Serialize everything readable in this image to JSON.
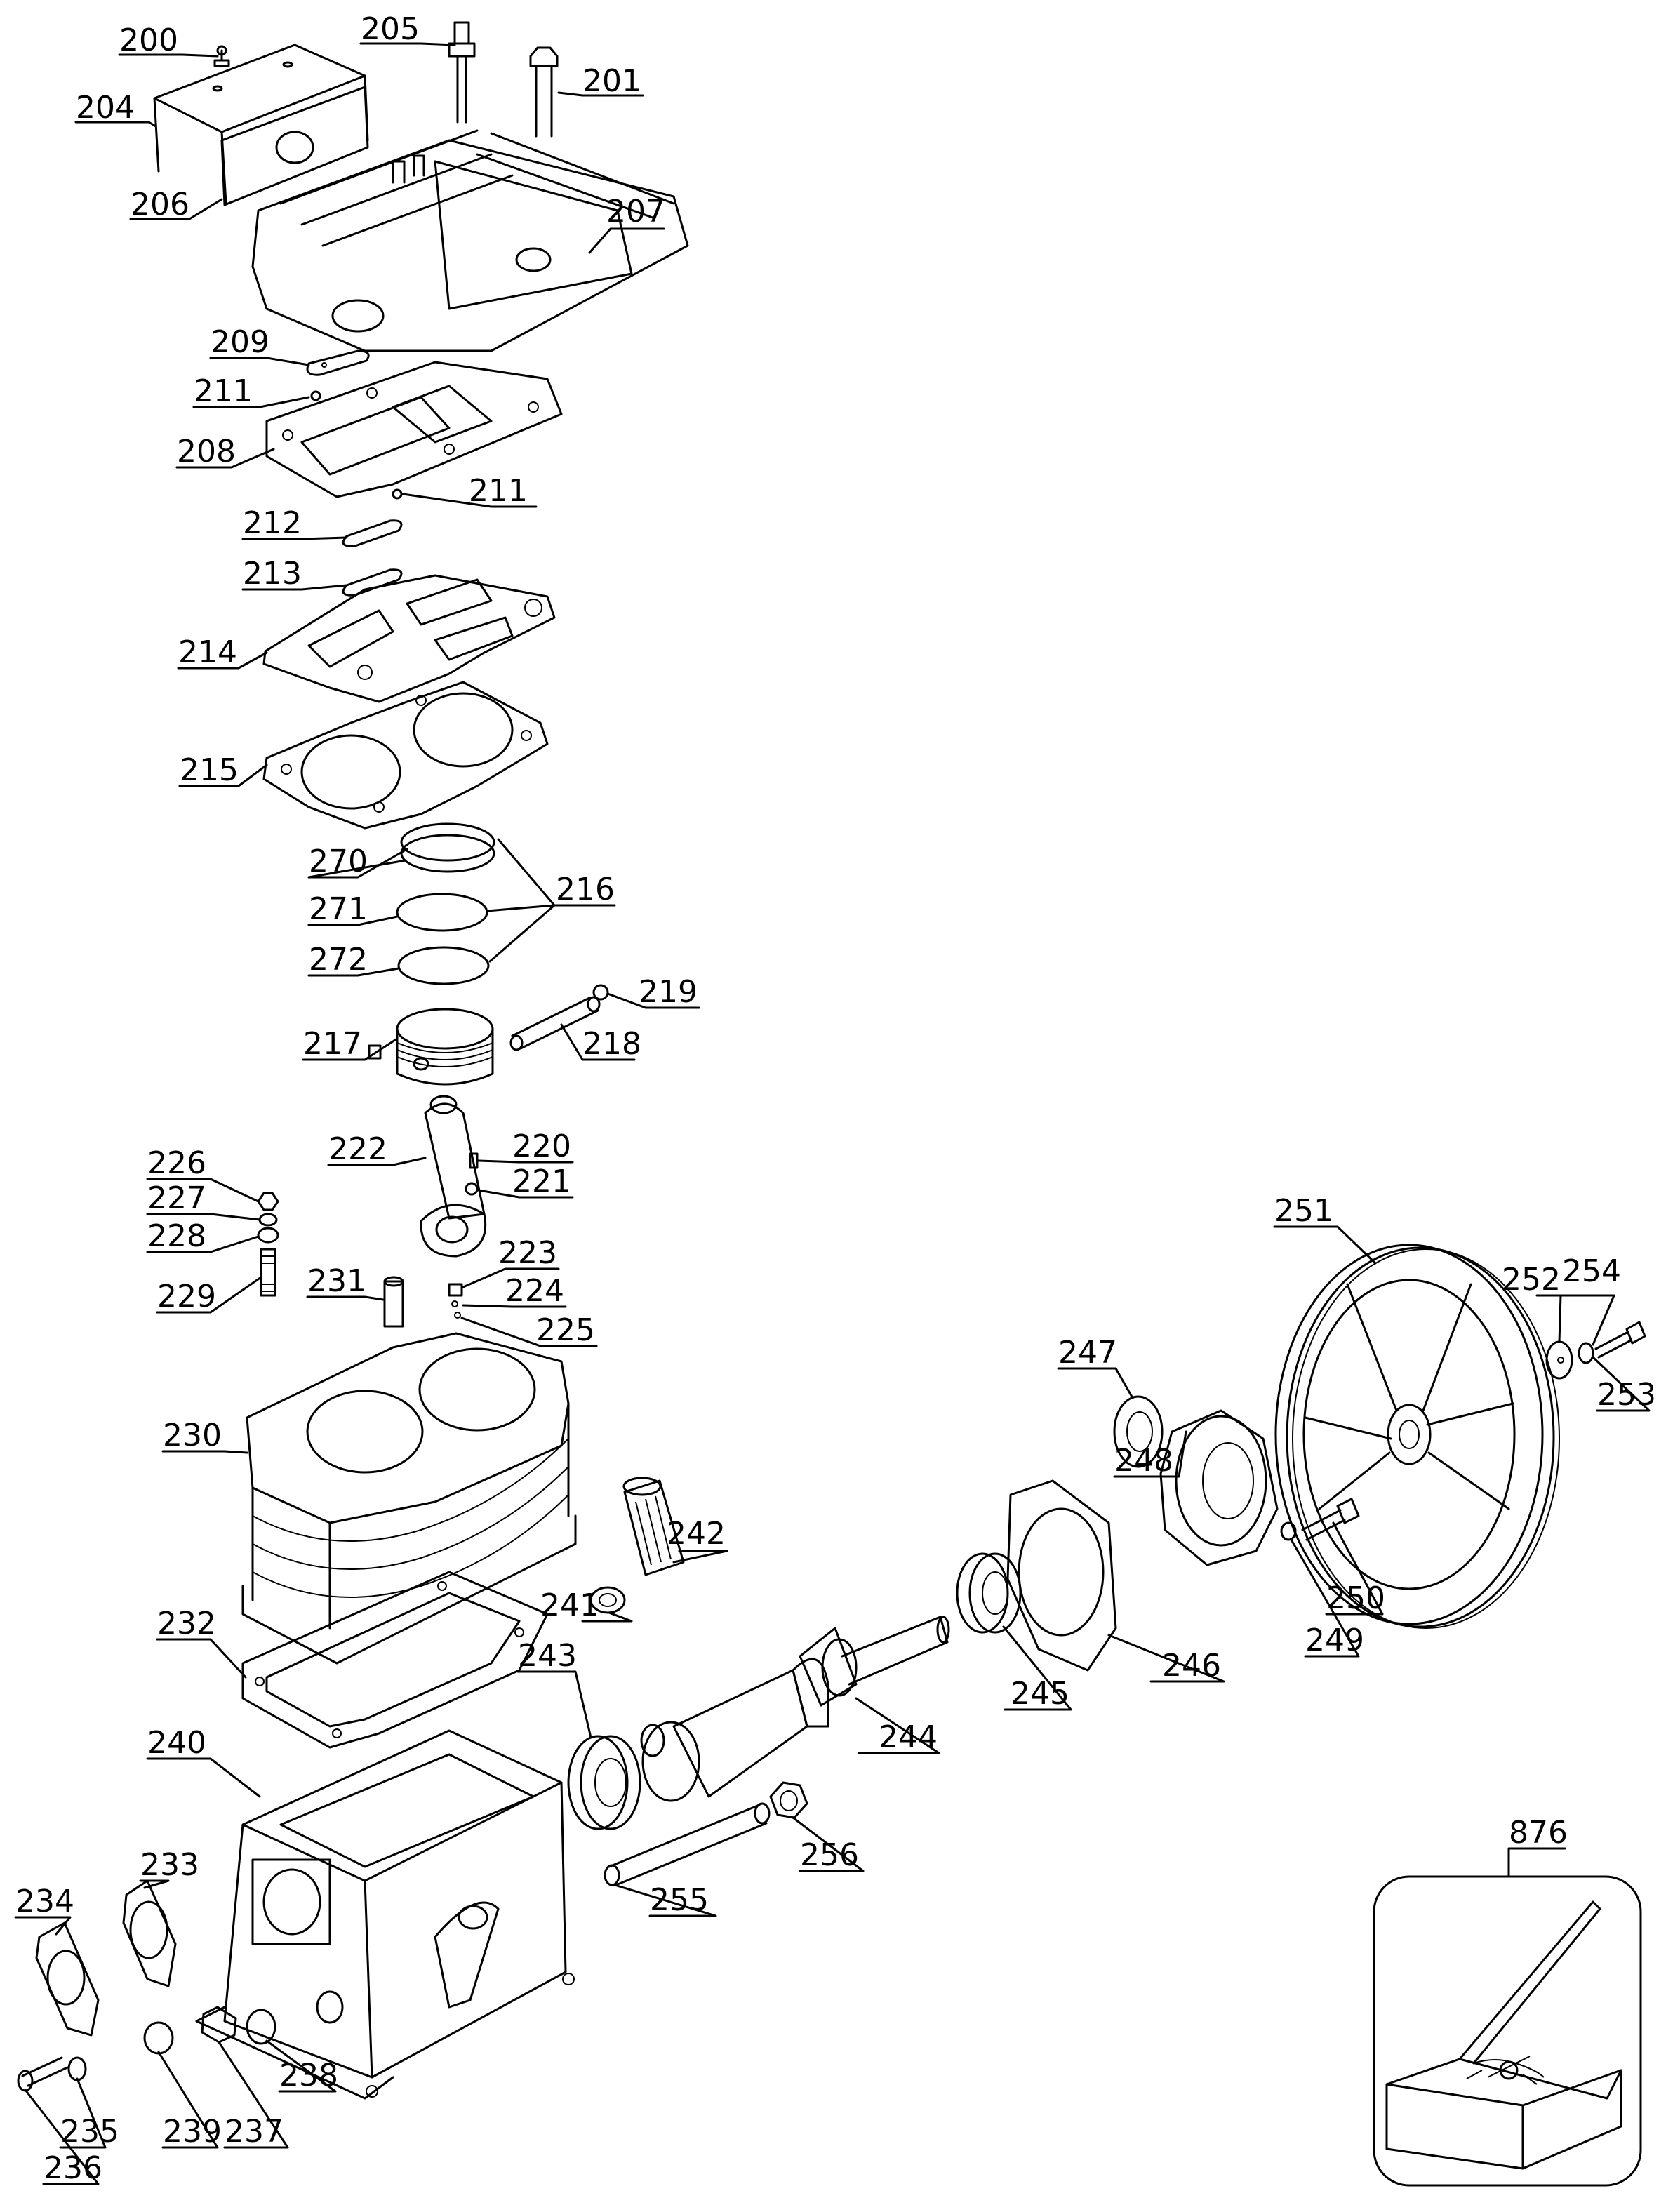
{
  "labels": {
    "200": "200",
    "201": "201",
    "204": "204",
    "205": "205",
    "206": "206",
    "207": "207",
    "208": "208",
    "209": "209",
    "211a": "211",
    "211b": "211",
    "212": "212",
    "213": "213",
    "214": "214",
    "215": "215",
    "216": "216",
    "217": "217",
    "218": "218",
    "219": "219",
    "220": "220",
    "221": "221",
    "222": "222",
    "223": "223",
    "224": "224",
    "225": "225",
    "226": "226",
    "227": "227",
    "228": "228",
    "229": "229",
    "230": "230",
    "231": "231",
    "232": "232",
    "233": "233",
    "234": "234",
    "235": "235",
    "236": "236",
    "237": "237",
    "238": "238",
    "239": "239",
    "240": "240",
    "241": "241",
    "242": "242",
    "243": "243",
    "244": "244",
    "245": "245",
    "246": "246",
    "247": "247",
    "248": "248",
    "249": "249",
    "250": "250",
    "251": "251",
    "252": "252",
    "253": "253",
    "254": "254",
    "255": "255",
    "256": "256",
    "270": "270",
    "271": "271",
    "272": "272",
    "876": "876"
  }
}
